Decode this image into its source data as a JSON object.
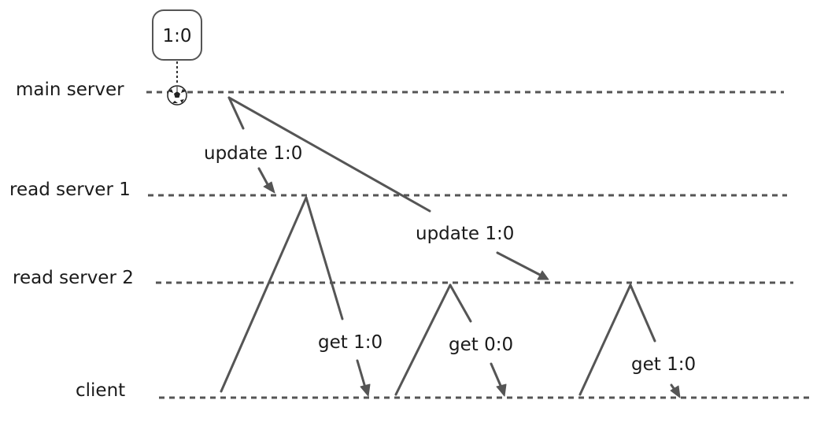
{
  "lanes": {
    "main": "main server",
    "read1": "read server 1",
    "read2": "read server 2",
    "client": "client"
  },
  "score_bubble": "1:0",
  "messages": {
    "update1": "update 1:0",
    "update2": "update 1:0",
    "get1": "get 1:0",
    "get2": "get 0:0",
    "get3": "get 1:0"
  },
  "icons": {
    "event": "soccer-ball-icon"
  }
}
